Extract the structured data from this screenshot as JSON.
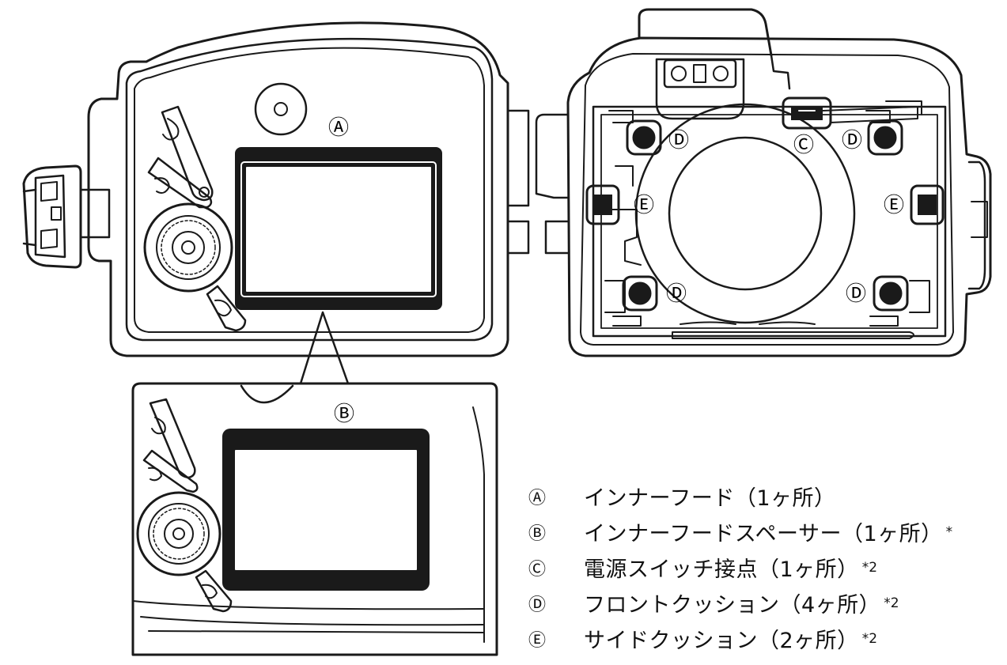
{
  "callouts": {
    "A": "Ⓐ",
    "B": "Ⓑ",
    "C": "Ⓒ",
    "D": "Ⓓ",
    "E": "Ⓔ"
  },
  "legend": [
    {
      "letter": "Ⓐ",
      "text": "インナーフード（1ヶ所）",
      "note": ""
    },
    {
      "letter": "Ⓑ",
      "text": "インナーフードスペーサー（1ヶ所）",
      "note": "*"
    },
    {
      "letter": "Ⓒ",
      "text": "電源スイッチ接点（1ヶ所）",
      "note": "*2"
    },
    {
      "letter": "Ⓓ",
      "text": "フロントクッション（4ヶ所）",
      "note": "*2"
    },
    {
      "letter": "Ⓔ",
      "text": "サイドクッション（2ヶ所）",
      "note": "*2"
    }
  ],
  "colors": {
    "line": "#1a1a1a",
    "background": "#ffffff"
  }
}
